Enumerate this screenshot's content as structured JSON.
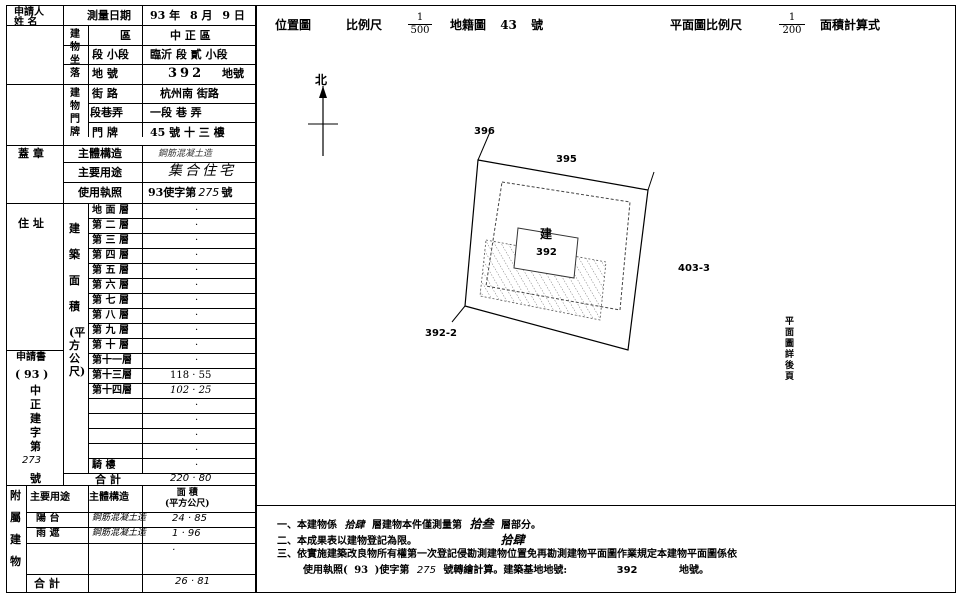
{
  "left": {
    "applicant_label": "申請人\n姓 名",
    "survey_date_label": "測量日期",
    "survey_date": {
      "year": "93",
      "year_unit": "年",
      "month": "8",
      "month_unit": "月",
      "day": "9",
      "day_unit": "日"
    },
    "seat_label": "建\n物\n坐\n落",
    "district_label": "區",
    "district": "中 正 區",
    "section_label": "段 小段",
    "section": "臨沂 段 貳 小段",
    "land_no_label": "地 號",
    "land_no": "392",
    "land_no_unit": "地號",
    "door_label": "建\n物\n門\n牌",
    "street_label": "街 路",
    "street": "杭州南 街路",
    "lane_label": "段巷弄",
    "lane": "一段 巷 弄",
    "door_no_label": "門 牌",
    "door_no": "45 號 十 三 樓",
    "seal_label": "蓋 章",
    "main_structure_label": "主體構造",
    "main_structure": "鋼筋混凝土造",
    "main_use_label": "主要用途",
    "main_use": "集合住宅",
    "permit_label": "使用執照",
    "permit": "93使字第",
    "permit_no": "275",
    "permit_unit": "號",
    "address_label": "住 址",
    "area_vertical": "建\n\n築\n\n面\n\n積\n\n(平\n方\n公\n尺)",
    "floors": [
      "地 面 層",
      "第 二 層",
      "第 三 層",
      "第 四 層",
      "第 五 層",
      "第 六 層",
      "第 七 層",
      "第 八 層",
      "第 九 層",
      "第 十 層",
      "第十一層",
      "第十三層",
      "第十四層",
      "",
      "",
      "",
      "",
      "騎 樓"
    ],
    "floor_values": [
      "·",
      "·",
      "·",
      "·",
      "·",
      "·",
      "·",
      "·",
      "·",
      "·",
      "·",
      "118 · 55",
      "102 · 25",
      "·",
      "·",
      "·",
      "·",
      "·"
    ],
    "app_label": "申請書",
    "app_year": "( 93 )",
    "app_word": "中\n正\n建\n字\n第",
    "app_no": "273",
    "app_unit": "號",
    "total_label": "合 計",
    "total_value": "220 · 80",
    "annex_label": "附\n\n屬\n\n建\n\n物",
    "annex_use_header": "主要用途",
    "annex_structure_header": "主體構造",
    "annex_area_header": "面 積\n(平方公尺)",
    "annex_rows": [
      {
        "use": "陽 台",
        "structure": "鋼筋混凝土造",
        "area": "24 · 85"
      },
      {
        "use": "雨 遮",
        "structure": "鋼筋混凝土造",
        "area": "1 · 96"
      },
      {
        "use": "",
        "structure": "",
        "area": "·"
      }
    ],
    "annex_total_label": "合 計",
    "annex_total": "26 · 81"
  },
  "right": {
    "location_map_label": "位置圖",
    "scale_label": "比例尺",
    "scale_num": "1",
    "scale_den": "500",
    "cadastral_label": "地籍圖",
    "cadastral_no": "43",
    "cadastral_unit": "號",
    "floor_plan_scale_label": "平面圖比例尺",
    "floor_scale_num": "1",
    "floor_scale_den": "200",
    "area_calc_label": "面積計算式",
    "north": "北",
    "parcel_labels": {
      "p396": "396",
      "p395": "395",
      "p4033": "403-3",
      "p3922": "392-2",
      "building_char": "建",
      "building_no": "392"
    },
    "vertical_note": "平面圖詳後頁",
    "notes": [
      {
        "prefix": "一、本建物係",
        "a": "拾肆",
        "b": "層建物本件僅測量第",
        "c": "拾叁",
        "d": "層部分。"
      },
      {
        "prefix": "二、本成果表以建物登記為限。",
        "hand": "拾肆"
      },
      {
        "line1": "三、依實施建築改良物所有權第一次登記侵勘測建物位置免再勘測建物平面圖作業規定本建物平面圖係依"
      },
      {
        "prefix": "使用執照(",
        "year": "93",
        "mid": ")使字第",
        "no": "275",
        "rest": "號轉繪計算。建築基地地號:",
        "land": "392",
        "unit": "地號。"
      }
    ]
  }
}
